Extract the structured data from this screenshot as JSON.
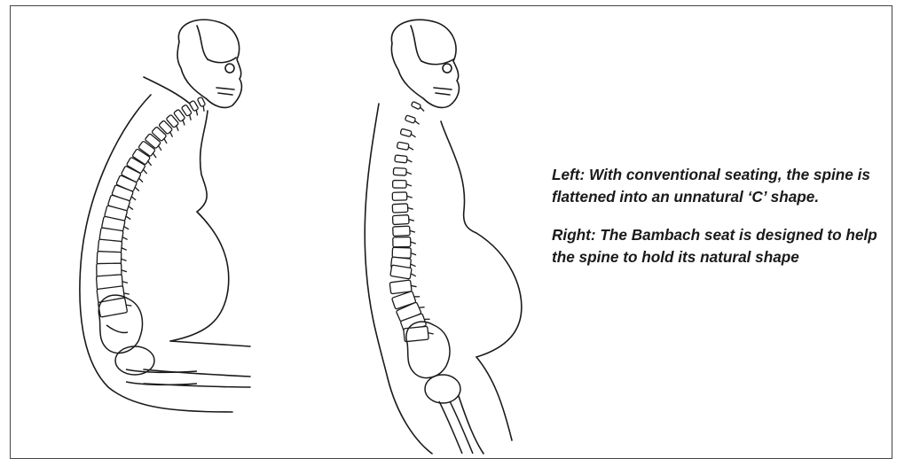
{
  "caption": {
    "left": "Left: With conventional seating, the spine is flattened into an unnatural ‘C’ shape.",
    "right": "Right: The Bambach seat is designed to help the spine to hold its natural shape"
  },
  "figures": {
    "left": {
      "icon": "skeleton-c-curve-illustration"
    },
    "right": {
      "icon": "skeleton-s-curve-illustration"
    }
  },
  "colors": {
    "ink": "#1a1a1a",
    "border": "#444444"
  }
}
